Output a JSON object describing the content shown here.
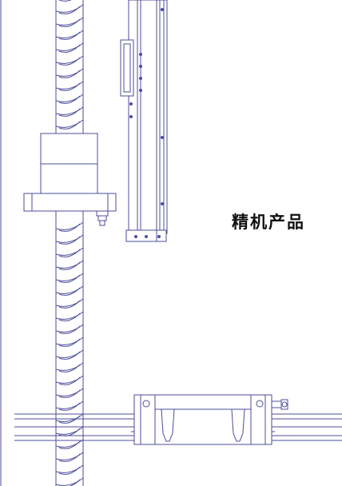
{
  "heading": {
    "text": "精机产品"
  },
  "colors": {
    "line": "#4a4f9a",
    "background": "#ffffff",
    "text": "#111111"
  },
  "drawing": {
    "components": [
      "ball-screw",
      "screw-nut-flange",
      "grease-nipple",
      "linear-module",
      "linear-rail",
      "slider-block",
      "grease-fitting"
    ]
  }
}
